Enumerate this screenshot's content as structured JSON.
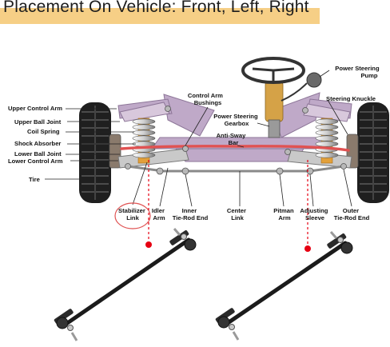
{
  "title": "Placement On Vehicle: Front, Left, Right",
  "colors": {
    "accent": "#f6cf86",
    "frame": "#bfa9c8",
    "highlight": "#e05252",
    "marker": "#e60012"
  },
  "labels": {
    "upper_control_arm": "Upper Control Arm",
    "upper_ball_joint": "Upper Ball Joint",
    "coil_spring": "Coil Spring",
    "shock_absorber": "Shock Absorber",
    "lower_ball_joint": "Lower Ball Joint",
    "lower_control_arm": "Lower Control Arm",
    "tire": "Tire",
    "control_arm_bushings": [
      "Control Arm",
      "Bushings"
    ],
    "power_steering_gearbox": [
      "Power Steering",
      "Gearbox"
    ],
    "anti_sway_bar": [
      "Anti-Sway",
      "Bar"
    ],
    "power_steering_pump": [
      "Power Steering",
      "Pump"
    ],
    "steering_knuckle": "Steering Knuckle",
    "stabilizer_link": [
      "Stabilizer",
      "Link"
    ],
    "idler_arm": [
      "Idler",
      "Arm"
    ],
    "inner_tie_rod_end": [
      "Inner",
      "Tie-Rod End"
    ],
    "center_link": [
      "Center",
      "Link"
    ],
    "pitman_arm": [
      "Pitman",
      "Arm"
    ],
    "adjusting_sleeve": [
      "Adjusting",
      "Sleeve"
    ],
    "outer_tie_rod_end": [
      "Outer",
      "Tie-Rod End"
    ]
  }
}
